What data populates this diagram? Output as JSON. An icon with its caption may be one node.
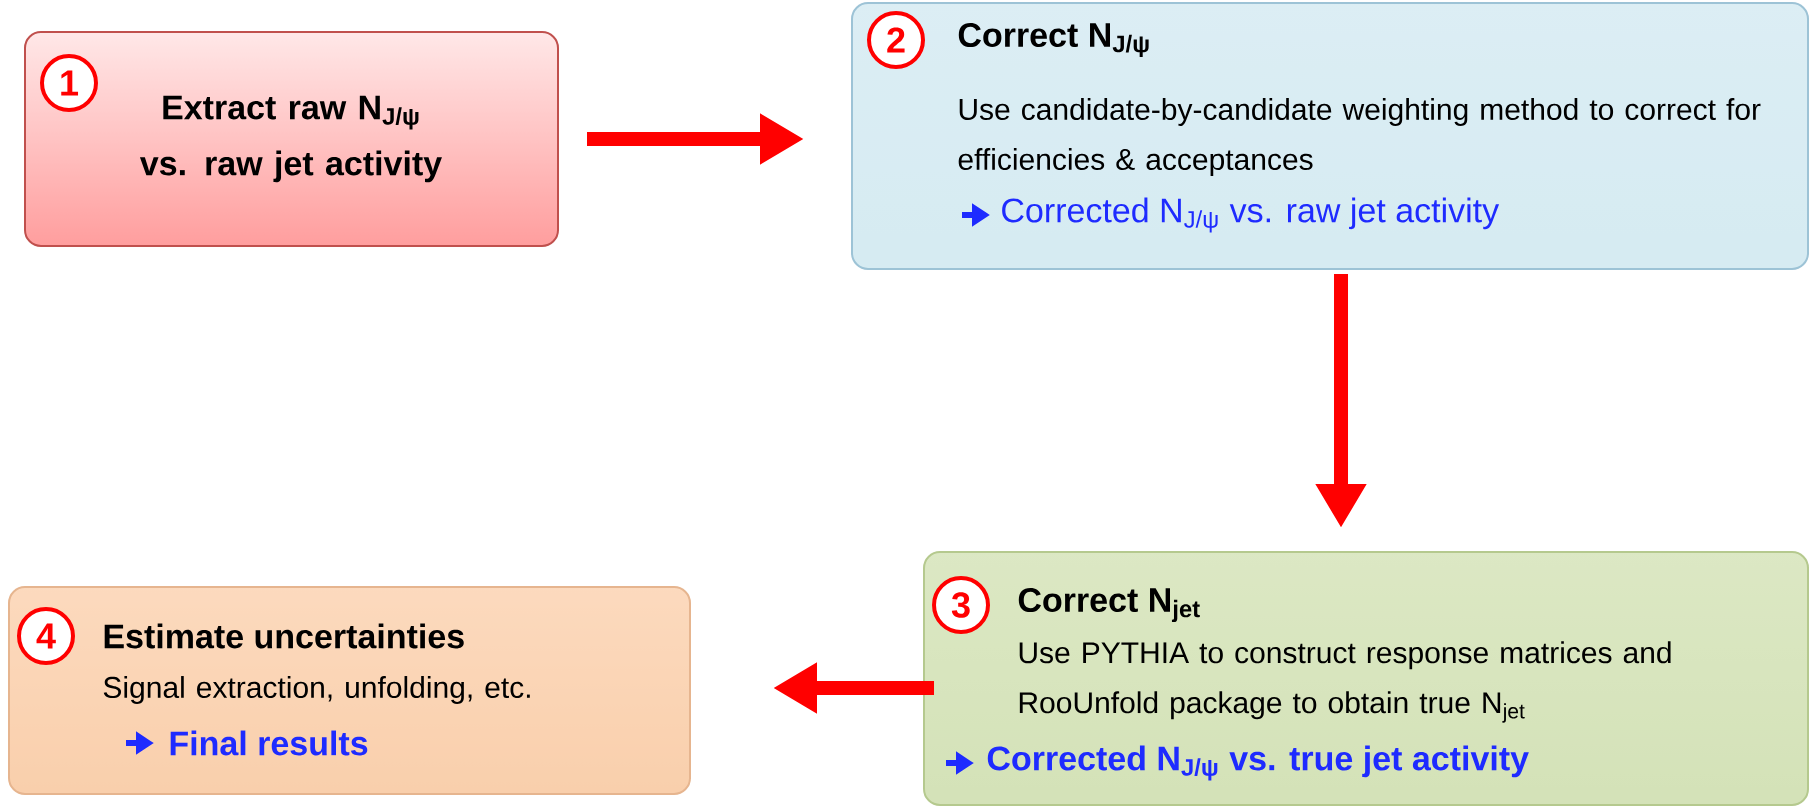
{
  "diagram": {
    "nodes": [
      {
        "text": [
          "1",
          "Extract raw N$_{J/ψ}$ vs. raw jet activity"
        ]
      },
      {
        "text": [
          "2",
          "Correct N$_{J/ψ}$",
          "Use candidate-by-candidate weighting method to correct for efficiencies & acceptances",
          "Corrected N$_{J/ψ}$ vs. raw jet activity"
        ]
      },
      {
        "text": [
          "3",
          "Correct N$_{jet}$",
          "Use PYTHIA to construct response matrices and RooUnfold package to obtain true N$_{jet}$",
          "Corrected N$_{J/ψ}$ vs. true jet activity"
        ]
      },
      {
        "text": [
          "4",
          "Estimate uncertainties",
          "Signal extraction, unfolding, etc.",
          "Final results"
        ]
      }
    ],
    "edges": [
      {
        "from": 0,
        "to": 1,
        "arrow": "to"
      },
      {
        "from": 1,
        "to": 2,
        "arrow": "to"
      },
      {
        "from": 2,
        "to": 3,
        "arrow": "to"
      }
    ]
  }
}
